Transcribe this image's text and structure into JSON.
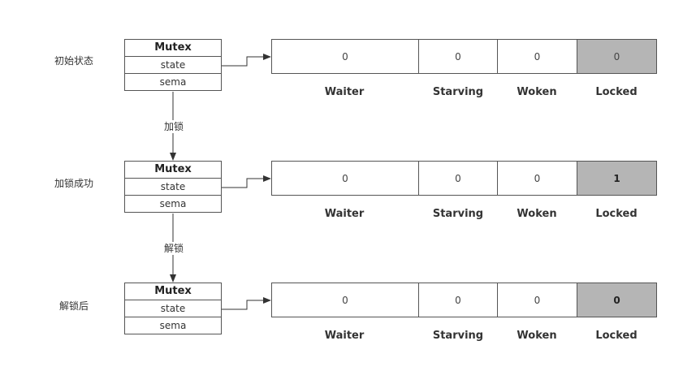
{
  "field_labels": [
    "Waiter",
    "Starving",
    "Woken",
    "Locked"
  ],
  "mutex": {
    "title": "Mutex",
    "fields": [
      "state",
      "sema"
    ]
  },
  "states": [
    {
      "label": "初始状态",
      "values": [
        "0",
        "0",
        "0",
        "0"
      ],
      "locked_bold": false
    },
    {
      "label": "加锁成功",
      "values": [
        "0",
        "0",
        "0",
        "1"
      ],
      "locked_bold": true
    },
    {
      "label": "解锁后",
      "values": [
        "0",
        "0",
        "0",
        "0"
      ],
      "locked_bold": true
    }
  ],
  "transitions": [
    "加锁",
    "解锁"
  ],
  "colors": {
    "locked_fill": "#b5b5b5",
    "stroke": "#555555",
    "arrow": "#333333"
  }
}
